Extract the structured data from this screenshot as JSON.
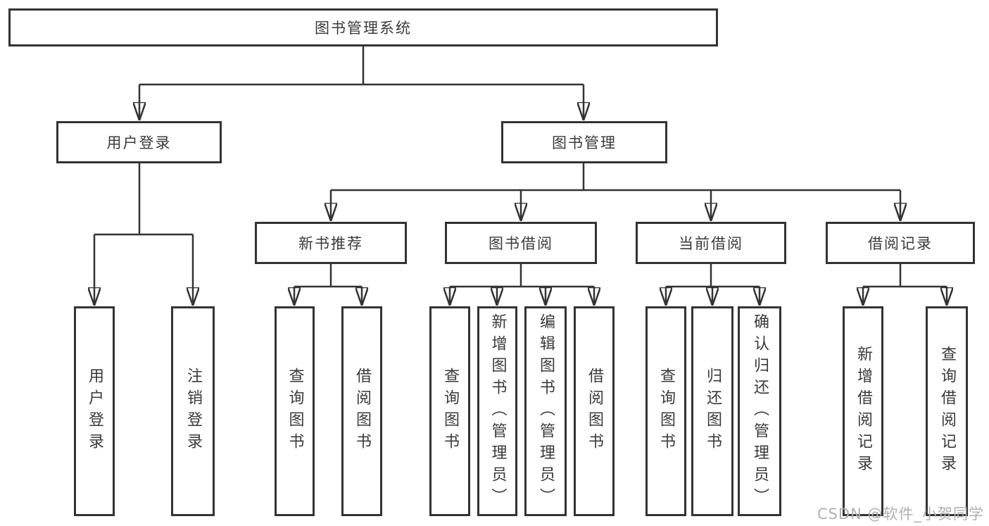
{
  "diagram_title": "图书管理系统",
  "nodes": {
    "root": "图书管理系统",
    "user_login": "用户登录",
    "book_mgmt": "图书管理",
    "new_book_rec": "新书推荐",
    "book_borrow": "图书借阅",
    "current_borrow": "当前借阅",
    "borrow_records": "借阅记录",
    "leaf_user_login": "用户登录",
    "leaf_logout": "注销登录",
    "leaf_nb_query": "查询图书",
    "leaf_nb_borrow": "借阅图书",
    "leaf_bb_query": "查询图书",
    "leaf_bb_add": "新增图书（管理员）",
    "leaf_bb_edit": "编辑图书（管理员）",
    "leaf_bb_borrow": "借阅图书",
    "leaf_cb_query": "查询图书",
    "leaf_cb_return": "归还图书",
    "leaf_cb_confirm": "确认归还（管理员）",
    "leaf_br_add": "新增借阅记录",
    "leaf_br_query": "查询借阅记录"
  },
  "tree": {
    "图书管理系统": [
      "用户登录",
      "图书管理"
    ],
    "用户登录": [
      "用户登录",
      "注销登录"
    ],
    "图书管理": [
      "新书推荐",
      "图书借阅",
      "当前借阅",
      "借阅记录"
    ],
    "新书推荐": [
      "查询图书",
      "借阅图书"
    ],
    "图书借阅": [
      "查询图书",
      "新增图书（管理员）",
      "编辑图书（管理员）",
      "借阅图书"
    ],
    "当前借阅": [
      "查询图书",
      "归还图书",
      "确认归还（管理员）"
    ],
    "借阅记录": [
      "新增借阅记录",
      "查询借阅记录"
    ]
  },
  "watermark": {
    "text": "CSDN @软件_小贺同学"
  },
  "colors": {
    "line": "#333333",
    "text": "#3a3a3a",
    "background": "#ffffff",
    "watermark": "#b0b0b0"
  }
}
